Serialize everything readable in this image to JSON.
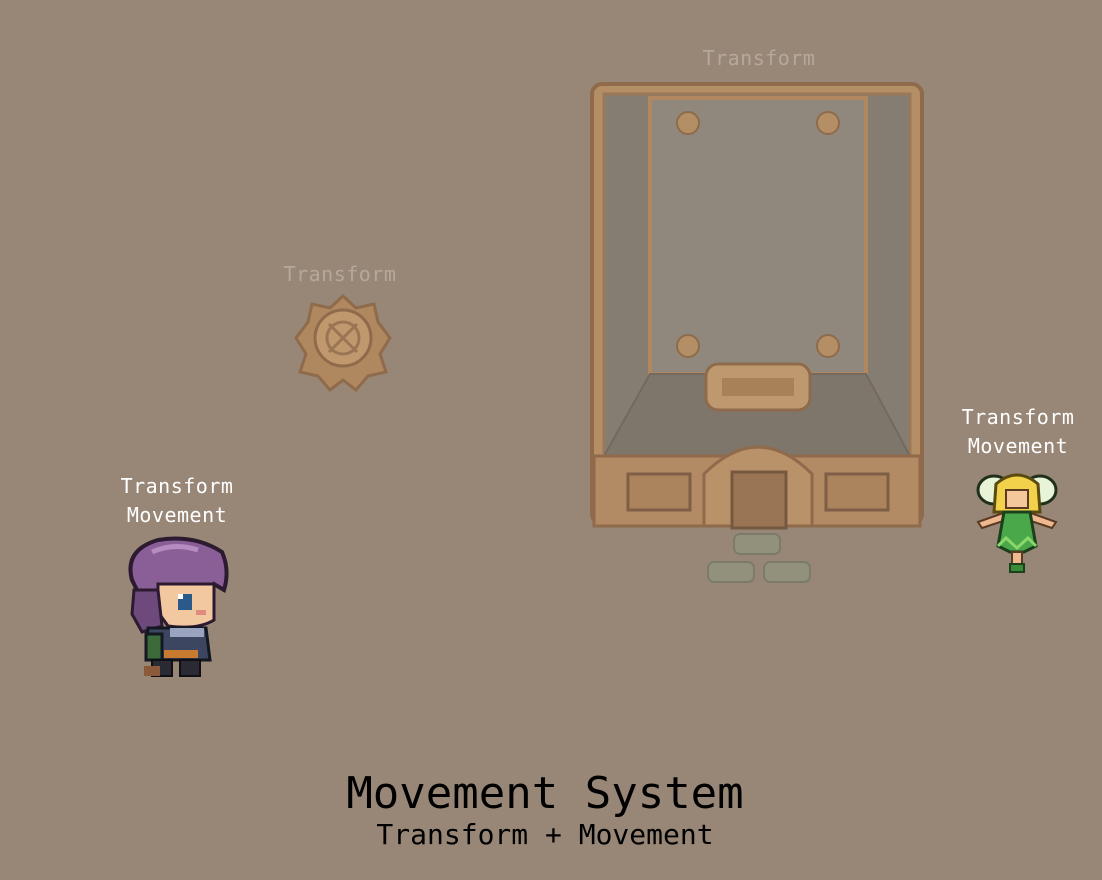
{
  "scene": {
    "background_color": "#988777",
    "title": "Movement System",
    "subtitle": "Transform + Movement"
  },
  "entities": [
    {
      "name": "house",
      "sprite": "house-sprite",
      "labels": [
        "Transform"
      ],
      "faded": true
    },
    {
      "name": "stump",
      "sprite": "tree-stump-sprite",
      "labels": [
        "Transform"
      ],
      "faded": true
    },
    {
      "name": "hero",
      "sprite": "purple-haired-hero-sprite",
      "labels": [
        "Transform",
        "Movement"
      ],
      "faded": false
    },
    {
      "name": "fairy",
      "sprite": "green-fairy-sprite",
      "labels": [
        "Transform",
        "Movement"
      ],
      "faded": false
    }
  ]
}
